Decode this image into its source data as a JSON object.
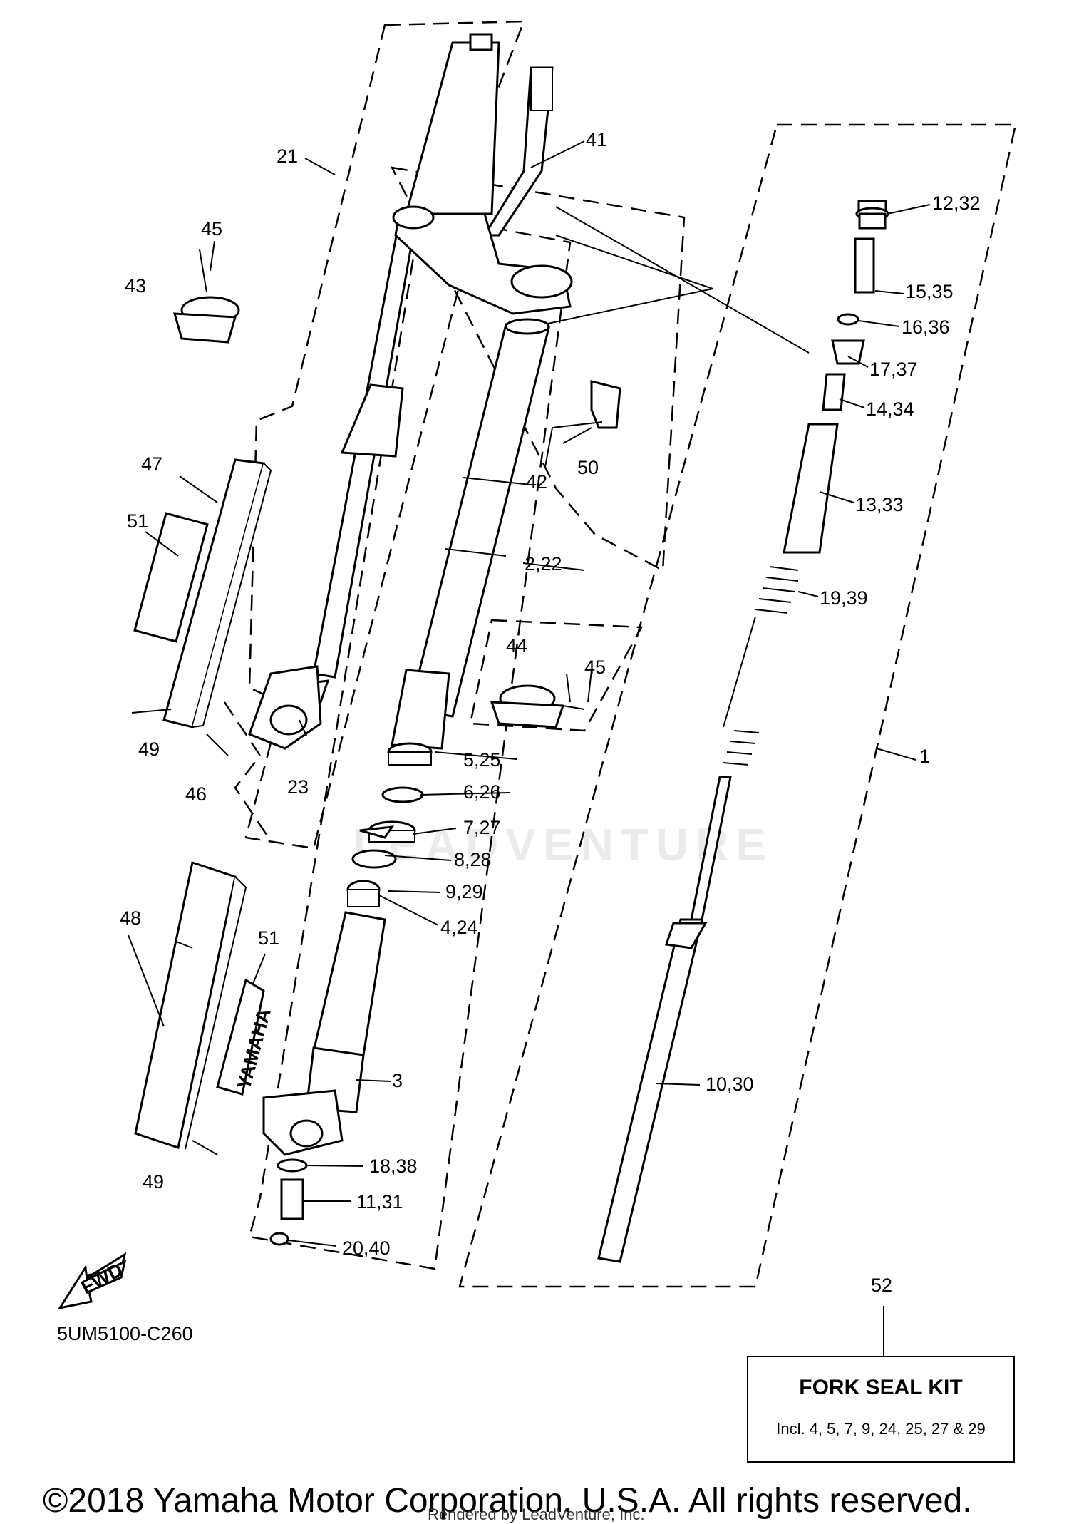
{
  "labels": {
    "l1": "1",
    "l2_22": "2,22",
    "l3": "3",
    "l4_24": "4,24",
    "l5_25": "5,25",
    "l6_26": "6,26",
    "l7_27": "7,27",
    "l8_28": "8,28",
    "l9_29": "9,29",
    "l10_30": "10,30",
    "l11_31": "11,31",
    "l12_32": "12,32",
    "l13_33": "13,33",
    "l14_34": "14,34",
    "l15_35": "15,35",
    "l16_36": "16,36",
    "l17_37": "17,37",
    "l18_38": "18,38",
    "l19_39": "19,39",
    "l20_40": "20,40",
    "l21": "21",
    "l23": "23",
    "l41": "41",
    "l42": "42",
    "l43": "43",
    "l44": "44",
    "l45a": "45",
    "l45b": "45",
    "l46": "46",
    "l47": "47",
    "l48": "48",
    "l49a": "49",
    "l49b": "49",
    "l50": "50",
    "l51a": "51",
    "l51b": "51",
    "l52": "52"
  },
  "guard_logo": "YAMAHA",
  "fwd_icon": "FWD",
  "kit": {
    "title": "FORK SEAL KIT",
    "includes": "Incl. 4, 5, 7, 9, 24, 25, 27 & 29"
  },
  "diagram_code": "5UM5100-C260",
  "copyright": "©2018 Yamaha Motor Corporation, U.S.A. All rights reserved.",
  "render_note": "Rendered by LeadVenture, Inc.",
  "watermark": "LEADVENTURE"
}
